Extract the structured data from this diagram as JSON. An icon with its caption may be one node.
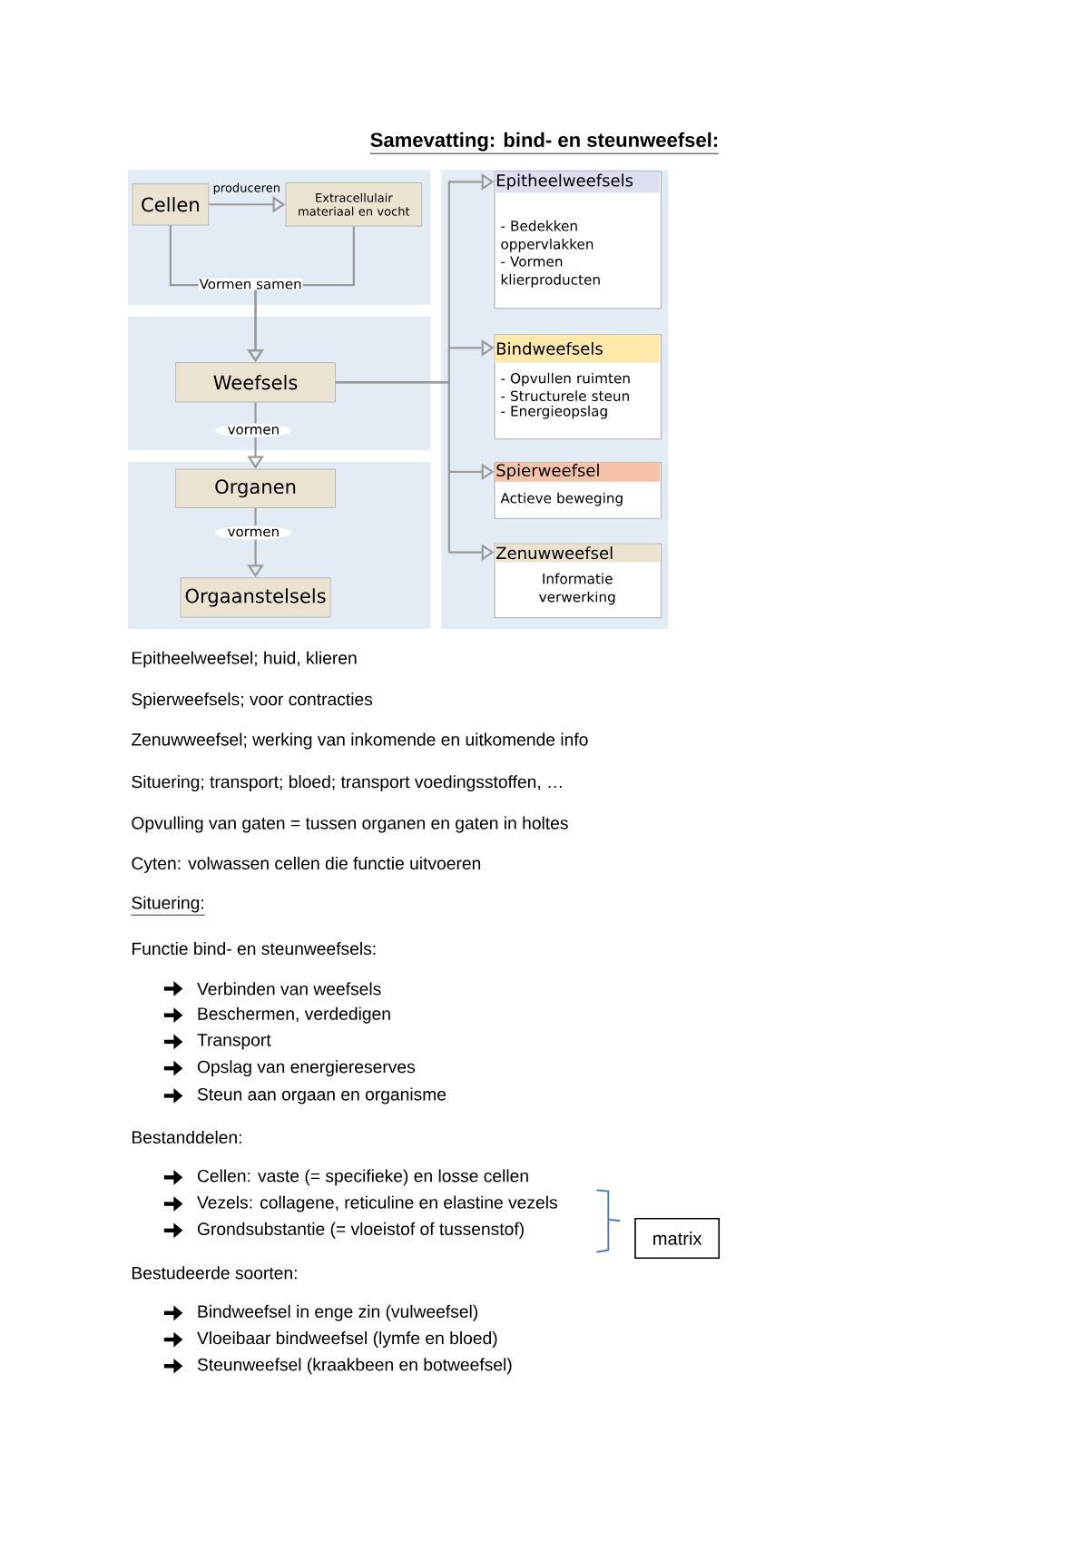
{
  "diagram": {
    "title": "Samevatting: bind- en steunweefsel:",
    "nodes": [
      {
        "text": [
          "Cellen"
        ]
      },
      {
        "text": [
          "Extracellulair materiaal en vocht"
        ]
      },
      {
        "text": [
          "Weefsels"
        ]
      },
      {
        "text": [
          "Organen"
        ]
      },
      {
        "text": [
          "Orgaanstelsels"
        ]
      },
      {
        "text": [
          "Epitheelweefsels",
          "- Bedekken oppervlakken",
          "- Vormen klierproducten"
        ]
      },
      {
        "text": [
          "Bindweefsels",
          "- Opvullen ruimten",
          "- Structurele steun",
          "- Energieopslag"
        ]
      },
      {
        "text": [
          "Spierweefsel",
          "Actieve beweging"
        ]
      },
      {
        "text": [
          "Zenuwweefsel",
          "Informatie verwerking"
        ]
      },
      {
        "text": [
          "matrix"
        ]
      }
    ],
    "edges": [
      {
        "from": 0,
        "to": 1,
        "arrow": "to",
        "label": "produceren"
      },
      {
        "from": 0,
        "to": 2,
        "arrow": "to",
        "label": "Vormen samen"
      },
      {
        "from": 1,
        "to": 2,
        "arrow": "to"
      },
      {
        "from": 2,
        "to": 3,
        "arrow": "to",
        "label": "vormen"
      },
      {
        "from": 3,
        "to": 4,
        "arrow": "to",
        "label": "vormen"
      },
      {
        "from": 2,
        "to": 5,
        "arrow": "to"
      },
      {
        "from": 2,
        "to": 6,
        "arrow": "to"
      },
      {
        "from": 2,
        "to": 7,
        "arrow": "to"
      },
      {
        "from": 2,
        "to": 8,
        "arrow": "to"
      }
    ],
    "labels": [
      "Epitheelweefsel; huid, klieren",
      "Spierweefsels; voor contracties",
      "Zenuwweefsel; werking van inkomende en uitkomende info",
      "Situering; transport; bloed; transport voedingsstoffen, …",
      "Opvulling van gaten = tussen organen en gaten in holtes",
      "Cyten: volwassen cellen die functie uitvoeren",
      "Situering:",
      "Functie bind- en steunweefsels:",
      "Verbinden van weefsels",
      "Beschermen, verdedigen",
      "Transport",
      "Opslag van energiereserves",
      "Steun aan orgaan en organisme",
      "Bestanddelen:",
      "Cellen: vaste (= specifieke) en losse cellen",
      "Vezels: collagene, reticuline en elastine vezels",
      "Grondsubstantie (= vloeistof of tussenstof)",
      "Bestudeerde soorten:",
      "Bindweefsel in enge zin (vulweefsel)",
      "Vloeibaar bindweefsel (lymfe en bloed)",
      "Steunweefsel (kraakbeen en botweefsel)"
    ]
  }
}
